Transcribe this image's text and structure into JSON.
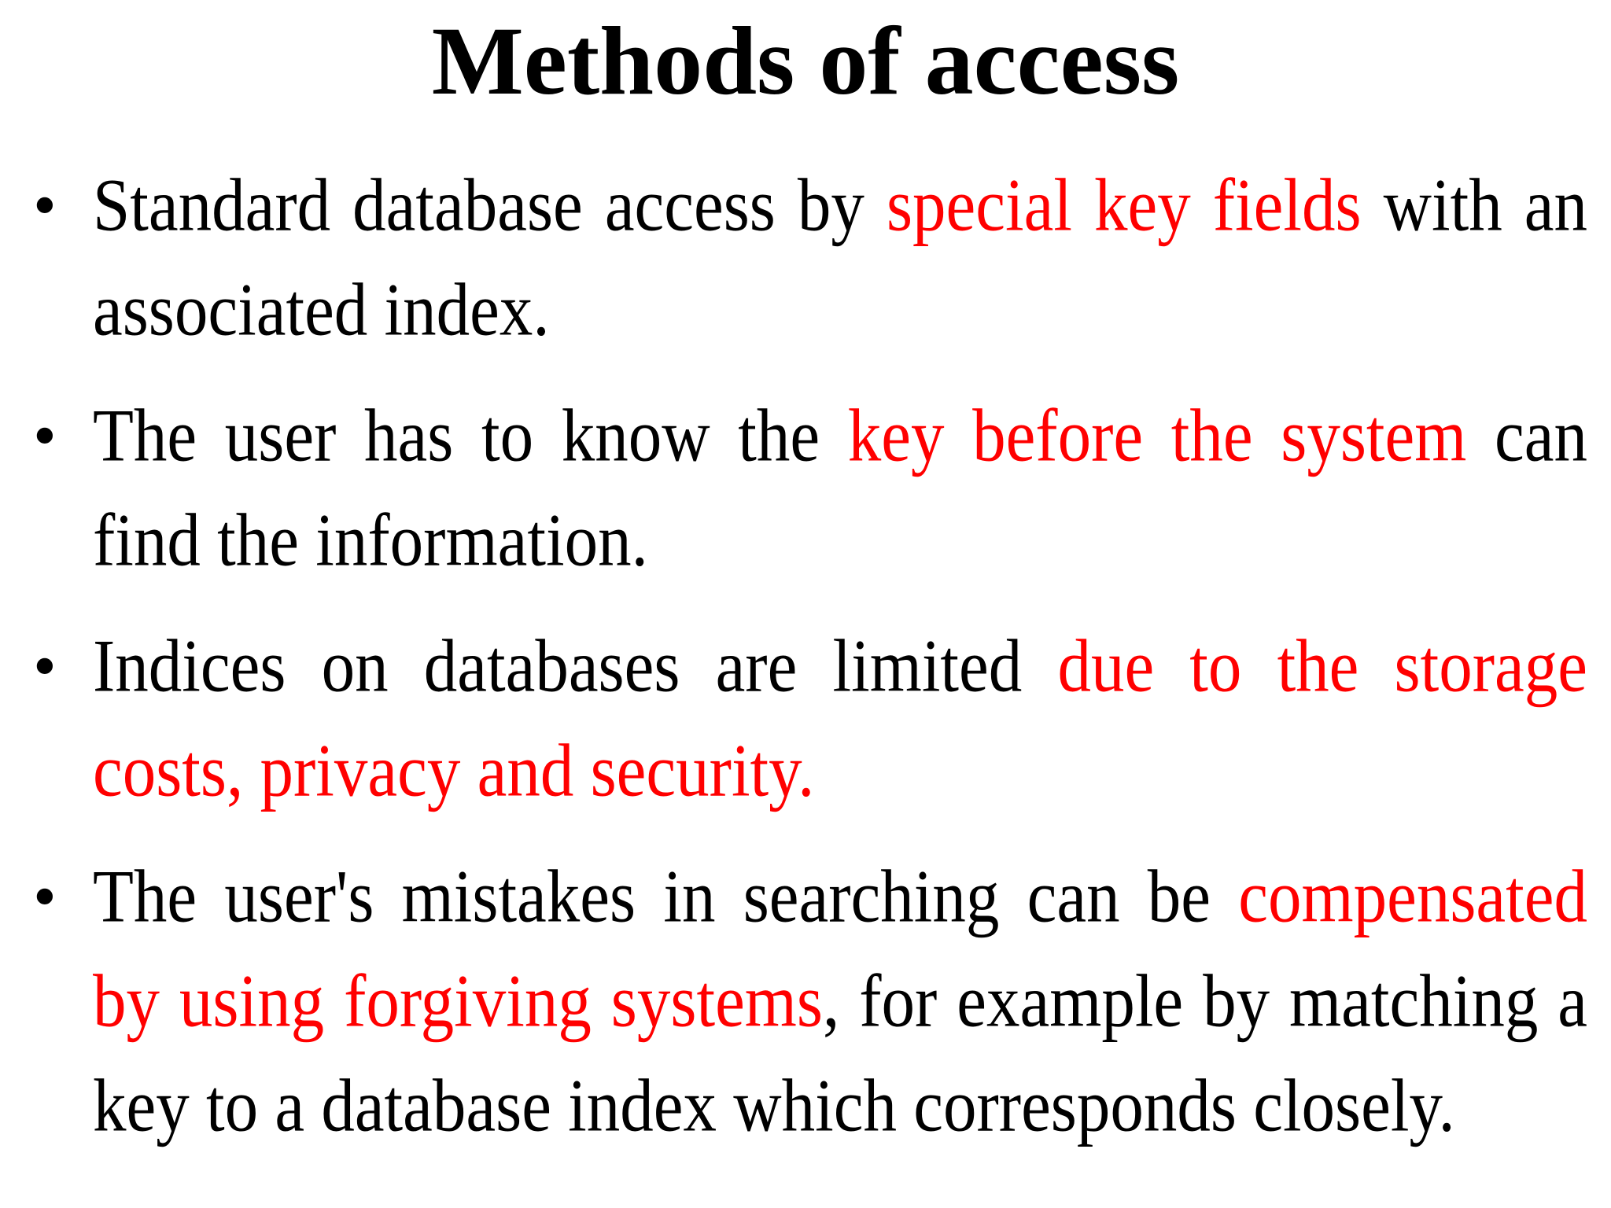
{
  "title": "Methods of access",
  "colors": {
    "text": "#000000",
    "highlight": "#ff0000",
    "background": "#ffffff"
  },
  "bullet_glyph": "•",
  "bullets": [
    {
      "lines": [
        {
          "justify": true,
          "segments": [
            {
              "t": "Standard database access by ",
              "c": "text"
            },
            {
              "t": "special key fields",
              "c": "highlight"
            },
            {
              "t": " with an",
              "c": "text"
            }
          ]
        },
        {
          "justify": false,
          "segments": [
            {
              "t": "associated index.",
              "c": "text"
            }
          ]
        }
      ]
    },
    {
      "lines": [
        {
          "justify": true,
          "segments": [
            {
              "t": "The user has to know the ",
              "c": "text"
            },
            {
              "t": "key before the system",
              "c": "highlight"
            },
            {
              "t": " can",
              "c": "text"
            }
          ]
        },
        {
          "justify": false,
          "segments": [
            {
              "t": "find the information.",
              "c": "text"
            }
          ]
        }
      ]
    },
    {
      "lines": [
        {
          "justify": true,
          "segments": [
            {
              "t": "Indices on databases are limited ",
              "c": "text"
            },
            {
              "t": "due to the storage",
              "c": "highlight"
            }
          ]
        },
        {
          "justify": false,
          "segments": [
            {
              "t": "costs, privacy and security.",
              "c": "highlight"
            }
          ]
        }
      ]
    },
    {
      "lines": [
        {
          "justify": true,
          "segments": [
            {
              "t": "The user's mistakes in searching can be ",
              "c": "text"
            },
            {
              "t": "compensated",
              "c": "highlight"
            }
          ]
        },
        {
          "justify": true,
          "segments": [
            {
              "t": "by using forgiving systems",
              "c": "highlight"
            },
            {
              "t": ", for example by matching a",
              "c": "text"
            }
          ]
        },
        {
          "justify": false,
          "segments": [
            {
              "t": "key to a database index which corresponds closely.",
              "c": "text"
            }
          ]
        }
      ]
    }
  ]
}
